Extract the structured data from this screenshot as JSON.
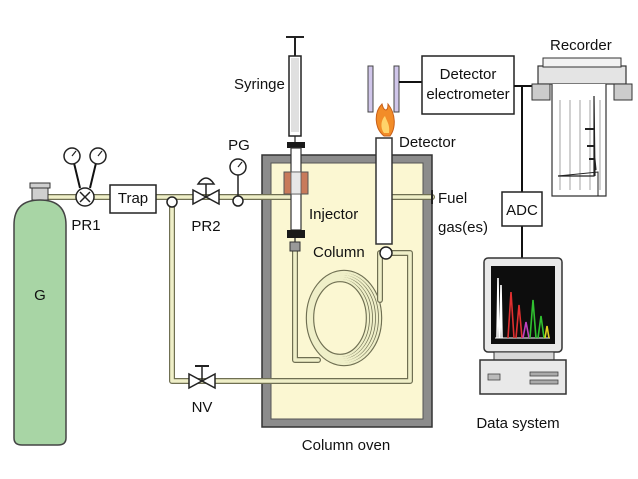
{
  "labels": {
    "gas_cylinder": "G",
    "pr1": "PR1",
    "trap": "Trap",
    "pr2": "PR2",
    "pg": "PG",
    "syringe": "Syringe",
    "injector": "Injector",
    "column": "Column",
    "detector": "Detector",
    "detector_electrometer_line1": "Detector",
    "detector_electrometer_line2": "electrometer",
    "recorder": "Recorder",
    "fuel_line1": "Fuel",
    "fuel_line2": "gas(es)",
    "adc": "ADC",
    "nv": "NV",
    "column_oven": "Column oven",
    "data_system": "Data system"
  },
  "colors": {
    "cylinder": "#a8d5a5",
    "oven_wall": "#8c8c8c",
    "oven_interior": "#fbf7d2",
    "pipe": "#efefc8",
    "flame": "#f28c28",
    "monitor_screen": "#0d0d0d"
  }
}
